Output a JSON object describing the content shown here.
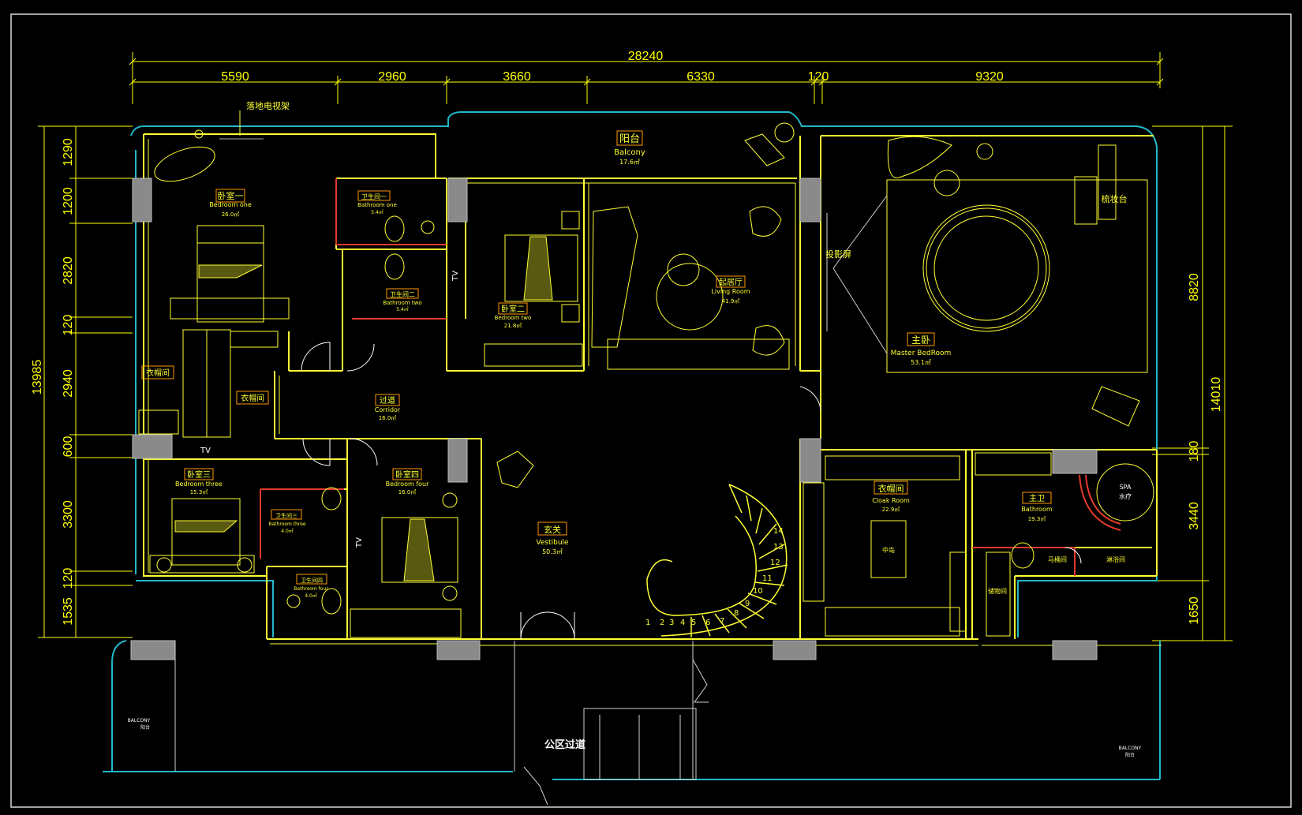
{
  "colors": {
    "background": "#000000",
    "wall": "#ffff33",
    "exterior": "#22b8c8",
    "dimension": "#ffff00",
    "red": "#e23a2a",
    "column": "#8a8a8a",
    "white": "#ffffff",
    "label_box": "#ff9900"
  },
  "dimensions": {
    "top_total": "28240",
    "top": [
      "5590",
      "2960",
      "3660",
      "6330",
      "120",
      "9320"
    ],
    "left_total": "13985",
    "left": [
      "1290",
      "1200",
      "2820",
      "120",
      "2940",
      "600",
      "3300",
      "120",
      "1535"
    ],
    "right_a": "8820",
    "right_total": "14010",
    "right": [
      "180",
      "3440",
      "1650"
    ]
  },
  "annotations": {
    "tv_stand": "落地电视架",
    "projector_screen": "投影屏",
    "public_corridor": "公区过道",
    "dresser": "梳妆台",
    "tv1": "TV",
    "tv2": "TV",
    "tv3": "TV",
    "spa_en": "SPA",
    "spa_cn": "水疗",
    "island": "中岛",
    "toilet": "马桶间",
    "shower": "淋浴间",
    "wardrobe_small": "储物间",
    "balcony_left_en": "BALCONY",
    "balcony_left_cn": "阳台",
    "balcony_right_en": "BALCONY",
    "balcony_right_cn": "阳台"
  },
  "rooms": {
    "balcony": {
      "cn": "阳台",
      "en": "Balcony",
      "area": "17.6㎡"
    },
    "bedroom1": {
      "cn": "卧室一",
      "en": "Bedroom one",
      "area": "26.0㎡"
    },
    "bath1": {
      "cn": "卫生间一",
      "en": "Bathroom one",
      "area": "5.4㎡"
    },
    "bath2": {
      "cn": "卫生间二",
      "en": "Bathroom two",
      "area": "5.4㎡"
    },
    "bedroom2": {
      "cn": "卧室二",
      "en": "Bedroom two",
      "area": "21.8㎡"
    },
    "living": {
      "cn": "起居厅",
      "en": "Living Room",
      "area": "41.9㎡"
    },
    "master": {
      "cn": "主卧",
      "en": "Master BedRoom",
      "area": "53.1㎡"
    },
    "cloak_left": {
      "cn": "衣帽间"
    },
    "cloak_mid": {
      "cn": "衣帽间"
    },
    "corridor": {
      "cn": "过道",
      "en": "Corridor",
      "area": "16.0㎡"
    },
    "bedroom3": {
      "cn": "卧室三",
      "en": "Bedroom three",
      "area": "15.3㎡"
    },
    "bath3": {
      "cn": "卫生间三",
      "en": "Bathroom three",
      "area": "4.0㎡"
    },
    "bedroom4": {
      "cn": "卧室四",
      "en": "Bedroom four",
      "area": "16.0㎡"
    },
    "bath4": {
      "cn": "卫生间四",
      "en": "Bathroom four",
      "area": "4.0㎡"
    },
    "vestibule": {
      "cn": "玄关",
      "en": "Vestibule",
      "area": "50.3㎡"
    },
    "cloakroom": {
      "cn": "衣帽间",
      "en": "Cloak Room",
      "area": "22.9㎡"
    },
    "master_bath": {
      "cn": "主卫",
      "en": "Bathroom",
      "area": "19.3㎡"
    }
  },
  "stair_numbers": [
    "1",
    "2",
    "3",
    "4",
    "5",
    "6",
    "7",
    "8",
    "9",
    "10",
    "11",
    "12",
    "13",
    "14"
  ]
}
